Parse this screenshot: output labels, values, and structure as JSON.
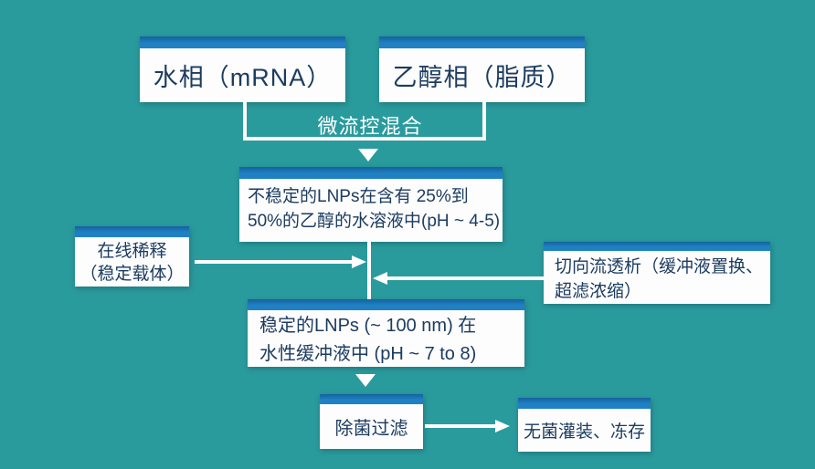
{
  "diagram": {
    "background_color": "#2a9b9d",
    "accent_bar_color": "#1f81c3",
    "text_color": "#1c3c60",
    "connector_color": "#ffffff",
    "nodes": {
      "aqueous": {
        "label": "水相（mRNA）"
      },
      "ethanol": {
        "label": "乙醇相（脂质）"
      },
      "mixing": {
        "label": "微流控混合"
      },
      "unstable": {
        "line1": "不稳定的LNPs在含有 25%到",
        "line2": "50%的乙醇的水溶液中(pH ~ 4-5)"
      },
      "dilution": {
        "line1": "在线稀释",
        "line2": "（稳定载体）"
      },
      "tff": {
        "line1": "切向流透析（缓冲液置换、",
        "line2": "超滤浓缩）"
      },
      "stable": {
        "line1": "稳定的LNPs (~ 100 nm) 在",
        "line2": "水性缓冲液中 (pH ~ 7 to 8)"
      },
      "filtration": {
        "label": "除菌过滤"
      },
      "filling": {
        "label": "无菌灌装、冻存"
      }
    }
  }
}
